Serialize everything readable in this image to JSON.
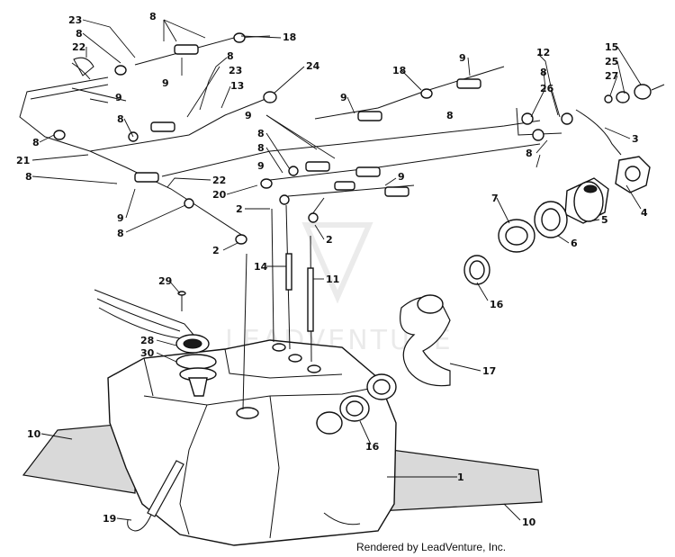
{
  "credit": "Rendered by LeadVenture, Inc.",
  "watermark": "LEADVENTURE",
  "callouts": [
    {
      "id": "c23a",
      "text": "23"
    },
    {
      "id": "c8a",
      "text": "8"
    },
    {
      "id": "c8b",
      "text": "8"
    },
    {
      "id": "c18a",
      "text": "18"
    },
    {
      "id": "c22a",
      "text": "22"
    },
    {
      "id": "c9a",
      "text": "9"
    },
    {
      "id": "c8c",
      "text": "8"
    },
    {
      "id": "c23b",
      "text": "23"
    },
    {
      "id": "c13",
      "text": "13"
    },
    {
      "id": "c24",
      "text": "24"
    },
    {
      "id": "c9b",
      "text": "9"
    },
    {
      "id": "c8d",
      "text": "8"
    },
    {
      "id": "c8e",
      "text": "8"
    },
    {
      "id": "c21",
      "text": "21"
    },
    {
      "id": "c8f",
      "text": "8"
    },
    {
      "id": "c9c",
      "text": "9"
    },
    {
      "id": "c8g",
      "text": "8"
    },
    {
      "id": "c22b",
      "text": "22"
    },
    {
      "id": "c9d",
      "text": "9"
    },
    {
      "id": "c18b",
      "text": "18"
    },
    {
      "id": "c9e",
      "text": "9"
    },
    {
      "id": "c9f",
      "text": "9"
    },
    {
      "id": "c8h",
      "text": "8"
    },
    {
      "id": "c8i",
      "text": "8"
    },
    {
      "id": "c9g",
      "text": "9"
    },
    {
      "id": "c8j",
      "text": "8"
    },
    {
      "id": "c20",
      "text": "20"
    },
    {
      "id": "c9h",
      "text": "9"
    },
    {
      "id": "c2a",
      "text": "2"
    },
    {
      "id": "c2b",
      "text": "2"
    },
    {
      "id": "c2c",
      "text": "2"
    },
    {
      "id": "c14",
      "text": "14"
    },
    {
      "id": "c11",
      "text": "11"
    },
    {
      "id": "c12",
      "text": "12"
    },
    {
      "id": "c15",
      "text": "15"
    },
    {
      "id": "c25",
      "text": "25"
    },
    {
      "id": "c27",
      "text": "27"
    },
    {
      "id": "c8k",
      "text": "8"
    },
    {
      "id": "c26",
      "text": "26"
    },
    {
      "id": "c3",
      "text": "3"
    },
    {
      "id": "c8l",
      "text": "8"
    },
    {
      "id": "c4",
      "text": "4"
    },
    {
      "id": "c7",
      "text": "7"
    },
    {
      "id": "c5",
      "text": "5"
    },
    {
      "id": "c6",
      "text": "6"
    },
    {
      "id": "c16a",
      "text": "16"
    },
    {
      "id": "c29",
      "text": "29"
    },
    {
      "id": "c28",
      "text": "28"
    },
    {
      "id": "c30",
      "text": "30"
    },
    {
      "id": "c17",
      "text": "17"
    },
    {
      "id": "c16b",
      "text": "16"
    },
    {
      "id": "c10a",
      "text": "10"
    },
    {
      "id": "c1",
      "text": "1"
    },
    {
      "id": "c19",
      "text": "19"
    },
    {
      "id": "c10b",
      "text": "10"
    }
  ]
}
